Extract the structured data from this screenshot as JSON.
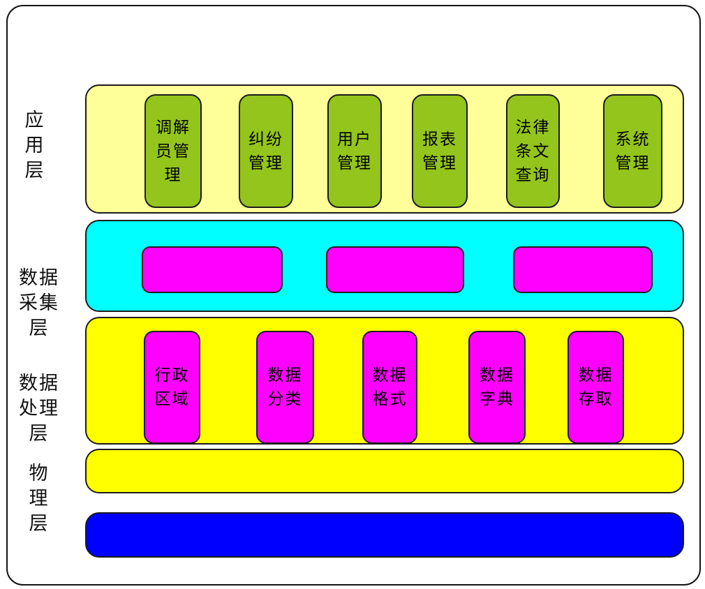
{
  "colors": {
    "application_band": "#ffff99",
    "application_module": "#94c51c",
    "collection_band": "#00ffff",
    "collection_module": "#ff00ff",
    "processing_band": "#ffff00",
    "processing_module": "#ff00ff",
    "physical_band": "#ffff00",
    "bottom_band": "#0000ff",
    "border": "#1b1b1b",
    "text": "#111111"
  },
  "layers": {
    "application": {
      "name": "应用层",
      "label": "应\n用\n层",
      "modules": [
        "调解\n员管\n理",
        "纠纷\n管理",
        "用户\n管理",
        "报表\n管理",
        "法律\n条文\n查询",
        "系统\n管理"
      ]
    },
    "data_collection": {
      "name": "数据采集层",
      "label": "数据\n采集\n层",
      "modules": [
        "",
        "",
        ""
      ]
    },
    "data_processing": {
      "name": "数据处理层",
      "label": "数据\n处理\n层",
      "modules": [
        "行政\n区域",
        "数据\n分类",
        "数据\n格式",
        "数据\n字典",
        "数据\n存取"
      ]
    },
    "physical": {
      "name": "物理层",
      "label": "物\n理\n层",
      "modules": []
    }
  }
}
